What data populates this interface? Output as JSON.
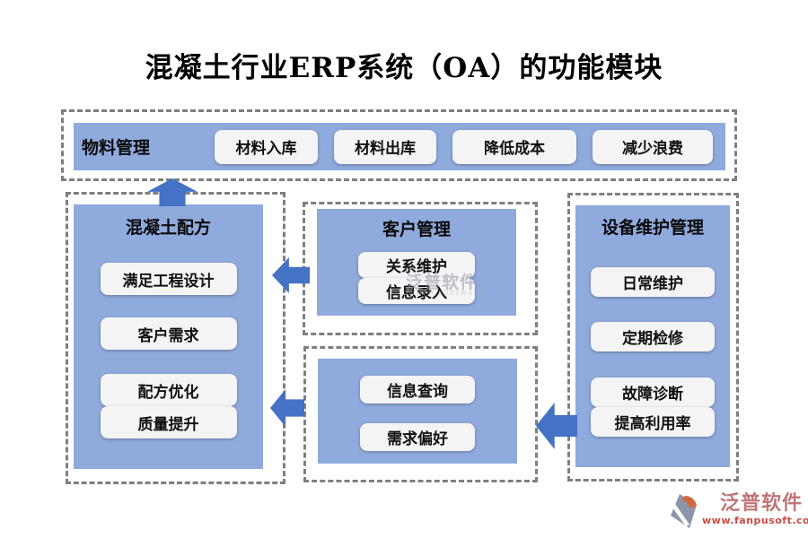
{
  "title": "混凝土行业ERP系统（OA）的功能模块",
  "colors": {
    "panel_blue": "#8FAADC",
    "arrow_blue": "#4472C4",
    "node_bg": "#F4F4F4",
    "dash_gray": "#7F7F7F",
    "logo_text": "#BE7678",
    "logo_url_color": "#CB4B47"
  },
  "sections": {
    "material_management": {
      "title": "物料管理",
      "items": [
        "材料入库",
        "材料出库",
        "降低成本",
        "减少浪费"
      ]
    },
    "concrete_formula": {
      "title": "混凝土配方",
      "items": [
        "满足工程设计",
        "客户需求",
        "配方优化",
        "质量提升"
      ]
    },
    "customer_management": {
      "title": "客户管理",
      "items": [
        "关系维护",
        "信息录入"
      ]
    },
    "customer_demand": {
      "items": [
        "信息查询",
        "需求偏好"
      ]
    },
    "equipment_maintenance": {
      "title": "设备维护管理",
      "items": [
        "日常维护",
        "定期检修",
        "故障诊断",
        "提高利用率"
      ]
    }
  },
  "watermark": {
    "text": "泛普软件",
    "subtext": "FANPU SOFTWARE"
  },
  "logo": {
    "name": "泛普软件",
    "url": "www.fanpusoft.com"
  }
}
